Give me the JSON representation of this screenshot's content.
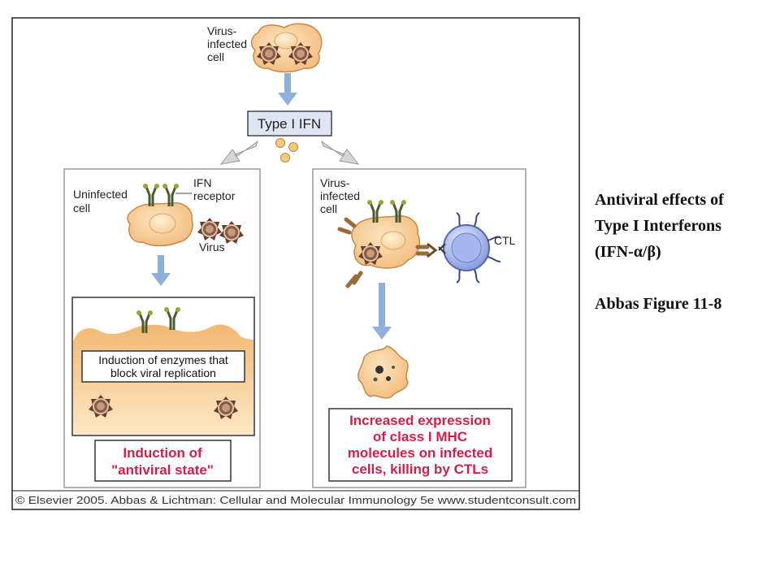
{
  "figure": {
    "top_cell_label": [
      "Virus-",
      "infected",
      "cell"
    ],
    "ifn_box": "Type I IFN",
    "left_panel": {
      "uninfected_label": [
        "Uninfected",
        "cell"
      ],
      "receptor_label": [
        "IFN",
        "receptor"
      ],
      "virus_label": "Virus",
      "enzyme_box": [
        "Induction of enzymes that",
        "block viral replication"
      ],
      "result": [
        "Induction of",
        "\"antiviral state\""
      ]
    },
    "right_panel": {
      "infected_label": [
        "Virus-",
        "infected",
        "cell"
      ],
      "ctl_label": "CTL",
      "result": [
        "Increased expression",
        "of class I MHC",
        "molecules on infected",
        "cells, killing by CTLs"
      ]
    },
    "copyright": "© Elsevier 2005. Abbas & Lichtman: Cellular and Molecular Immunology 5e www.studentconsult.com"
  },
  "caption": {
    "title_lines": [
      "Antiviral effects of",
      "Type I Interferons",
      "(IFN-α/β)"
    ],
    "reference": "Abbas Figure 11-8"
  },
  "colors": {
    "cell_fill": "#f5c890",
    "arrow_blue": "#8fb0dc",
    "red_text": "#d0204a",
    "ctl_fill": "#9aaee8"
  }
}
